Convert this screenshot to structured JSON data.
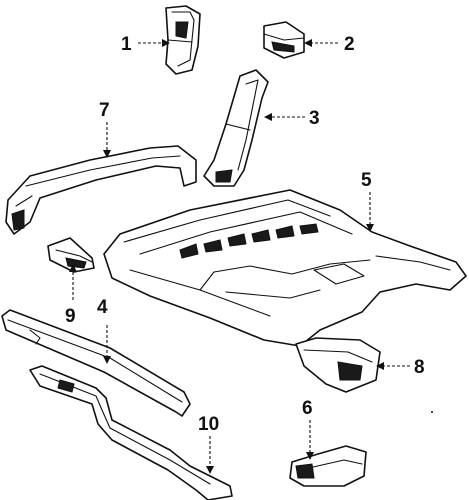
{
  "diagram": {
    "callouts": [
      {
        "id": "c1",
        "label": "1"
      },
      {
        "id": "c2",
        "label": "2"
      },
      {
        "id": "c3",
        "label": "3"
      },
      {
        "id": "c4",
        "label": "4"
      },
      {
        "id": "c5",
        "label": "5"
      },
      {
        "id": "c6",
        "label": "6"
      },
      {
        "id": "c7",
        "label": "7"
      },
      {
        "id": "c8",
        "label": "8"
      },
      {
        "id": "c9",
        "label": "9"
      },
      {
        "id": "c10",
        "label": "10"
      }
    ],
    "line_color": "#111111",
    "background_color": "#ffffff"
  }
}
